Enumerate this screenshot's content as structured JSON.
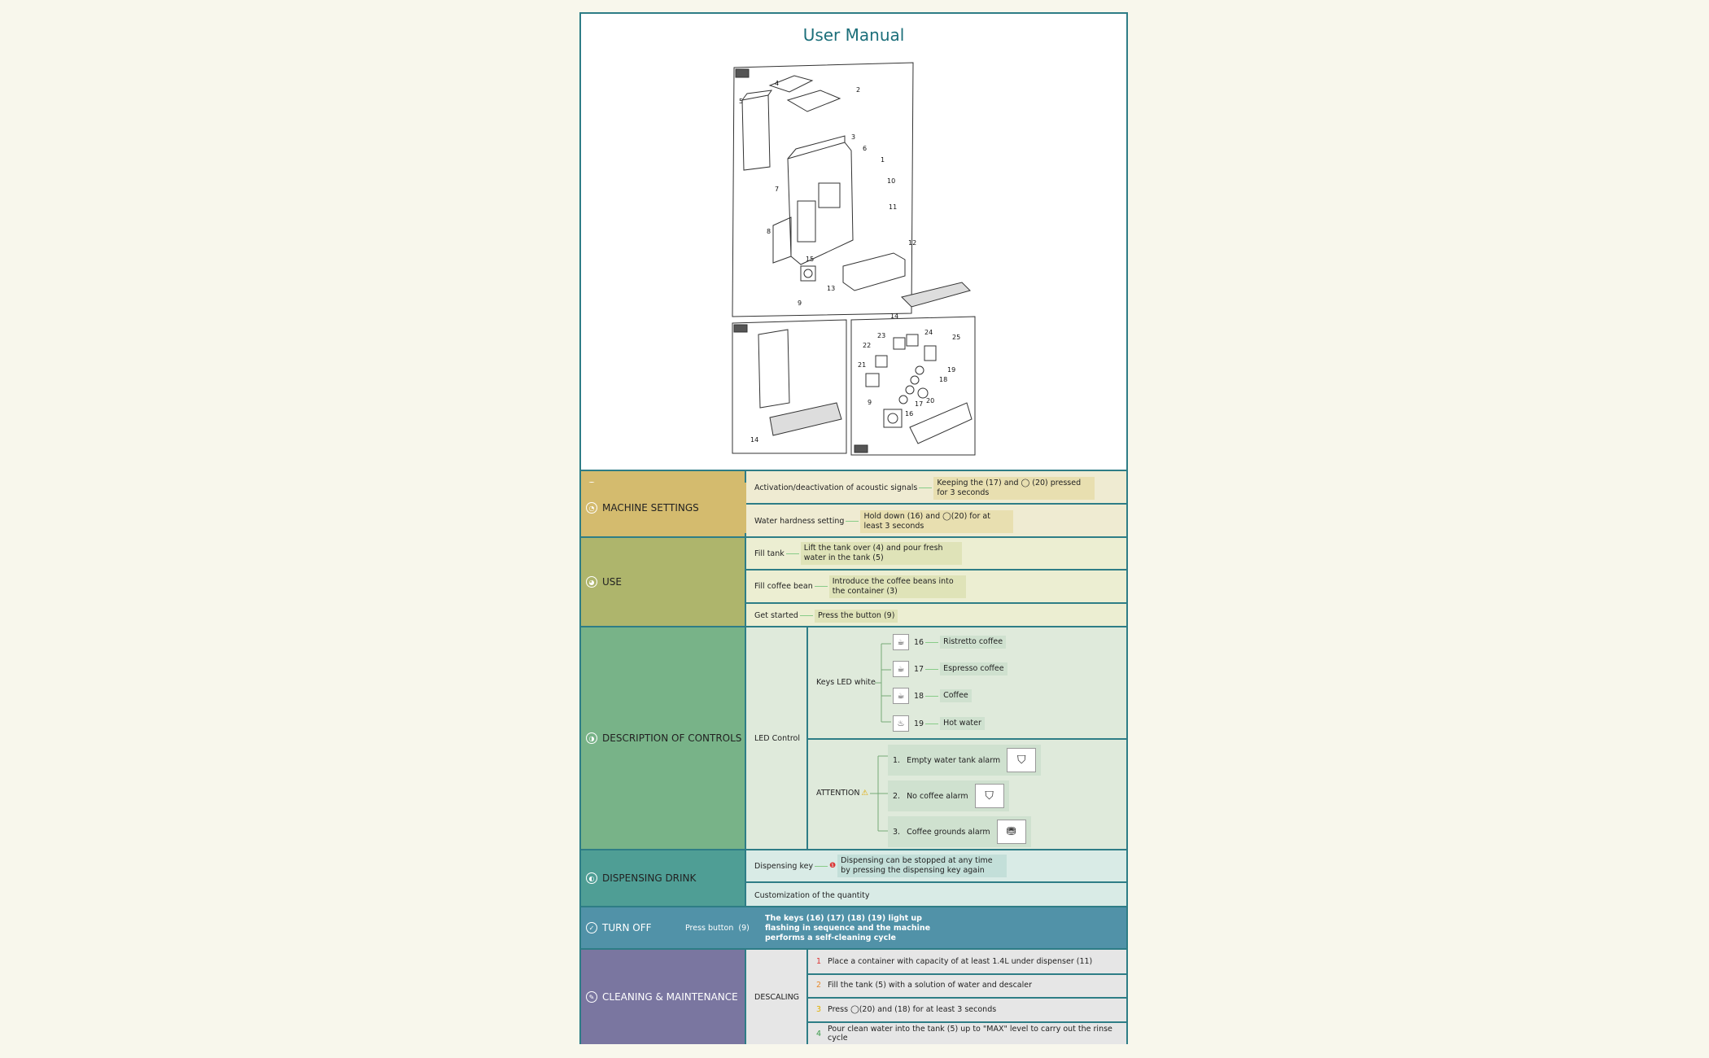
{
  "title": "User Manual",
  "diagram": {
    "labels_top": [
      "4",
      "2",
      "5",
      "3",
      "6",
      "1",
      "10",
      "7",
      "11",
      "8",
      "12",
      "15",
      "9",
      "13",
      "14"
    ],
    "labels_bottom_left": [
      "14"
    ],
    "labels_bottom_right": [
      "23",
      "24",
      "25",
      "22",
      "19",
      "21",
      "18",
      "17",
      "20",
      "9",
      "16"
    ]
  },
  "machine_settings": {
    "label": "MACHINE SETTINGS",
    "row1": {
      "name": "Activation/deactivation of acoustic signals",
      "value": "Keeping the (17) and ◯ (20) pressed for 3 seconds"
    },
    "row2": {
      "name": "Water hardness setting",
      "value": "Hold down (16) and ◯(20) for at least 3 seconds"
    }
  },
  "use": {
    "label": "USE",
    "row1": {
      "name": "Fill tank",
      "value": "Lift the tank over (4) and pour fresh water in the tank (5)"
    },
    "row2": {
      "name": "Fill coffee bean",
      "value": "Introduce the coffee beans into the container (3)"
    },
    "row3": {
      "name": "Get started",
      "value": "Press the button (9)"
    }
  },
  "controls": {
    "label": "DESCRIPTION OF CONTROLS",
    "led_control": "LED Control",
    "keys_led": "Keys LED white",
    "keys": [
      {
        "num": "16",
        "name": "Ristretto coffee",
        "icon": "cup-icon"
      },
      {
        "num": "17",
        "name": "Espresso coffee",
        "icon": "cup-icon"
      },
      {
        "num": "18",
        "name": "Coffee",
        "icon": "cup-icon"
      },
      {
        "num": "19",
        "name": "Hot water",
        "icon": "hot-water-icon"
      }
    ],
    "attention": "ATTENTION",
    "alarms": [
      {
        "num": "1.",
        "name": "Empty water tank alarm"
      },
      {
        "num": "2.",
        "name": "No coffee alarm"
      },
      {
        "num": "3.",
        "name": "Coffee grounds alarm"
      }
    ]
  },
  "dispensing": {
    "label": "DISPENSING DRINK",
    "row1": {
      "name": "Dispensing key",
      "value": "Dispensing can be stopped at any time by pressing the dispensing key again"
    },
    "row2": {
      "name": "Customization of the quantity"
    }
  },
  "turn_off": {
    "label": "TURN OFF",
    "press": "Press button",
    "num": "(9)",
    "value": "The keys (16) (17) (18) (19) light up flashing in sequence and the machine performs a self-cleaning cycle"
  },
  "cleaning": {
    "label": "CLEANING & MAINTENANCE",
    "sub": "DESCALING",
    "steps": [
      {
        "n": "1",
        "text": "Place a container with capacity of at least 1.4L under dispenser (11)"
      },
      {
        "n": "2",
        "text": "Fill the tank (5) with a solution of water and descaler"
      },
      {
        "n": "3",
        "text": "Press ◯(20) and (18) for at least 3 seconds"
      },
      {
        "n": "4",
        "text": "Pour clean water into the tank (5) up to \"MAX\" level to carry out the rinse cycle"
      }
    ]
  },
  "colors": {
    "border": "#2e7d86",
    "machine": "#d4bb6e",
    "use": "#aeb56c",
    "controls": "#78b388",
    "dispensing": "#4f9e95",
    "turnoff": "#5192a8",
    "cleaning": "#7a76a0"
  }
}
